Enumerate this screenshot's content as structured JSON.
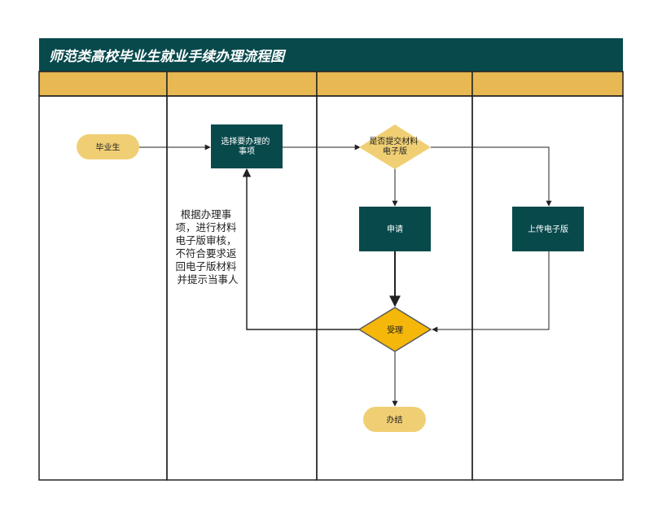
{
  "title": "师范类高校毕业生就业手续办理流程图",
  "lane_headers": [
    "",
    "",
    "",
    ""
  ],
  "nodes": {
    "graduate": "毕业生",
    "select_item": [
      "选择要办理的",
      "事项"
    ],
    "submit_check": [
      "是否提交材料",
      "电子版"
    ],
    "apply": "申请",
    "upload": "上传电子版",
    "accept": "受理",
    "done": "办结"
  },
  "note": [
    "根据办理事",
    "项，进行材料",
    "电子版审核，",
    "不符合要求返",
    "回电子版材料",
    "并提示当事人"
  ],
  "colors": {
    "title_bar": "#08494c",
    "lane_header": "#e8b952",
    "process_box": "#08494c",
    "terminal": "#f0cf74",
    "decision_light": "#f0cf74",
    "decision_accent": "#f5b70a",
    "line": "#222222"
  }
}
